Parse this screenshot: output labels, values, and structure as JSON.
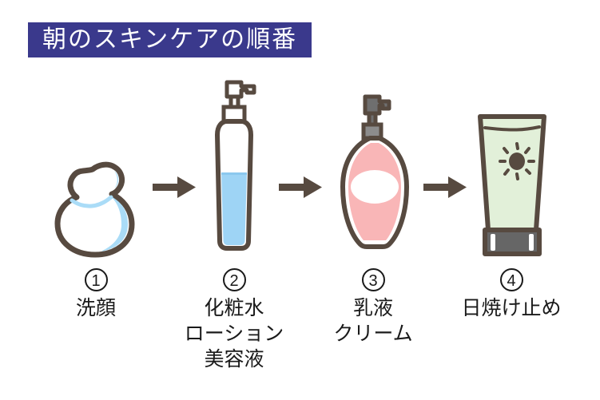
{
  "title": "朝のスキンケアの順番",
  "steps": [
    {
      "number": "1",
      "label_lines": [
        "洗顔"
      ],
      "icon": "foam-icon"
    },
    {
      "number": "2",
      "label_lines": [
        "化粧水",
        "ローション",
        "美容液"
      ],
      "icon": "pump-bottle-icon"
    },
    {
      "number": "3",
      "label_lines": [
        "乳液",
        "クリーム"
      ],
      "icon": "lotion-bottle-icon"
    },
    {
      "number": "4",
      "label_lines": [
        "日焼け止め"
      ],
      "icon": "sunscreen-tube-icon"
    }
  ],
  "colors": {
    "title_bg": "#3a398c",
    "title_text": "#ffffff",
    "outline_brown": "#574a40",
    "toner_blue": "#9ed4f5",
    "foam_shade_blue": "#aadcf7",
    "milk_pink": "#f9b6b7",
    "sunscreen_green": "#e2f0d9",
    "pump_gray": "#6f6f6f",
    "collar_gray": "#8c8c8c",
    "cap_gray": "#666666"
  }
}
